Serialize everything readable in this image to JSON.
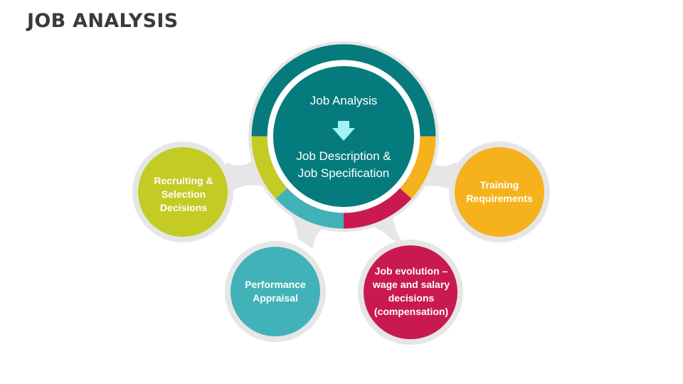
{
  "title": "JOB ANALYSIS",
  "center": {
    "top_text": "Job Analysis",
    "bottom_line1": "Job Description &",
    "bottom_line2": "Job Specification"
  },
  "nodes": {
    "recruiting": {
      "lines": [
        "Recruiting &",
        "Selection",
        "Decisions"
      ],
      "color": "#c3cb24"
    },
    "performance": {
      "lines": [
        "Performance",
        "Appraisal"
      ],
      "color": "#41b2b8"
    },
    "evolution": {
      "lines": [
        "Job evolution –",
        "wage and salary",
        "decisions",
        "(compensation)"
      ],
      "color": "#c91a4f"
    },
    "training": {
      "lines": [
        "Training",
        "Requirements"
      ],
      "color": "#f5b21c"
    }
  },
  "colors": {
    "teal": "#067b7d",
    "gray": "#e6e6e6",
    "arrow": "#9ff3f6"
  }
}
